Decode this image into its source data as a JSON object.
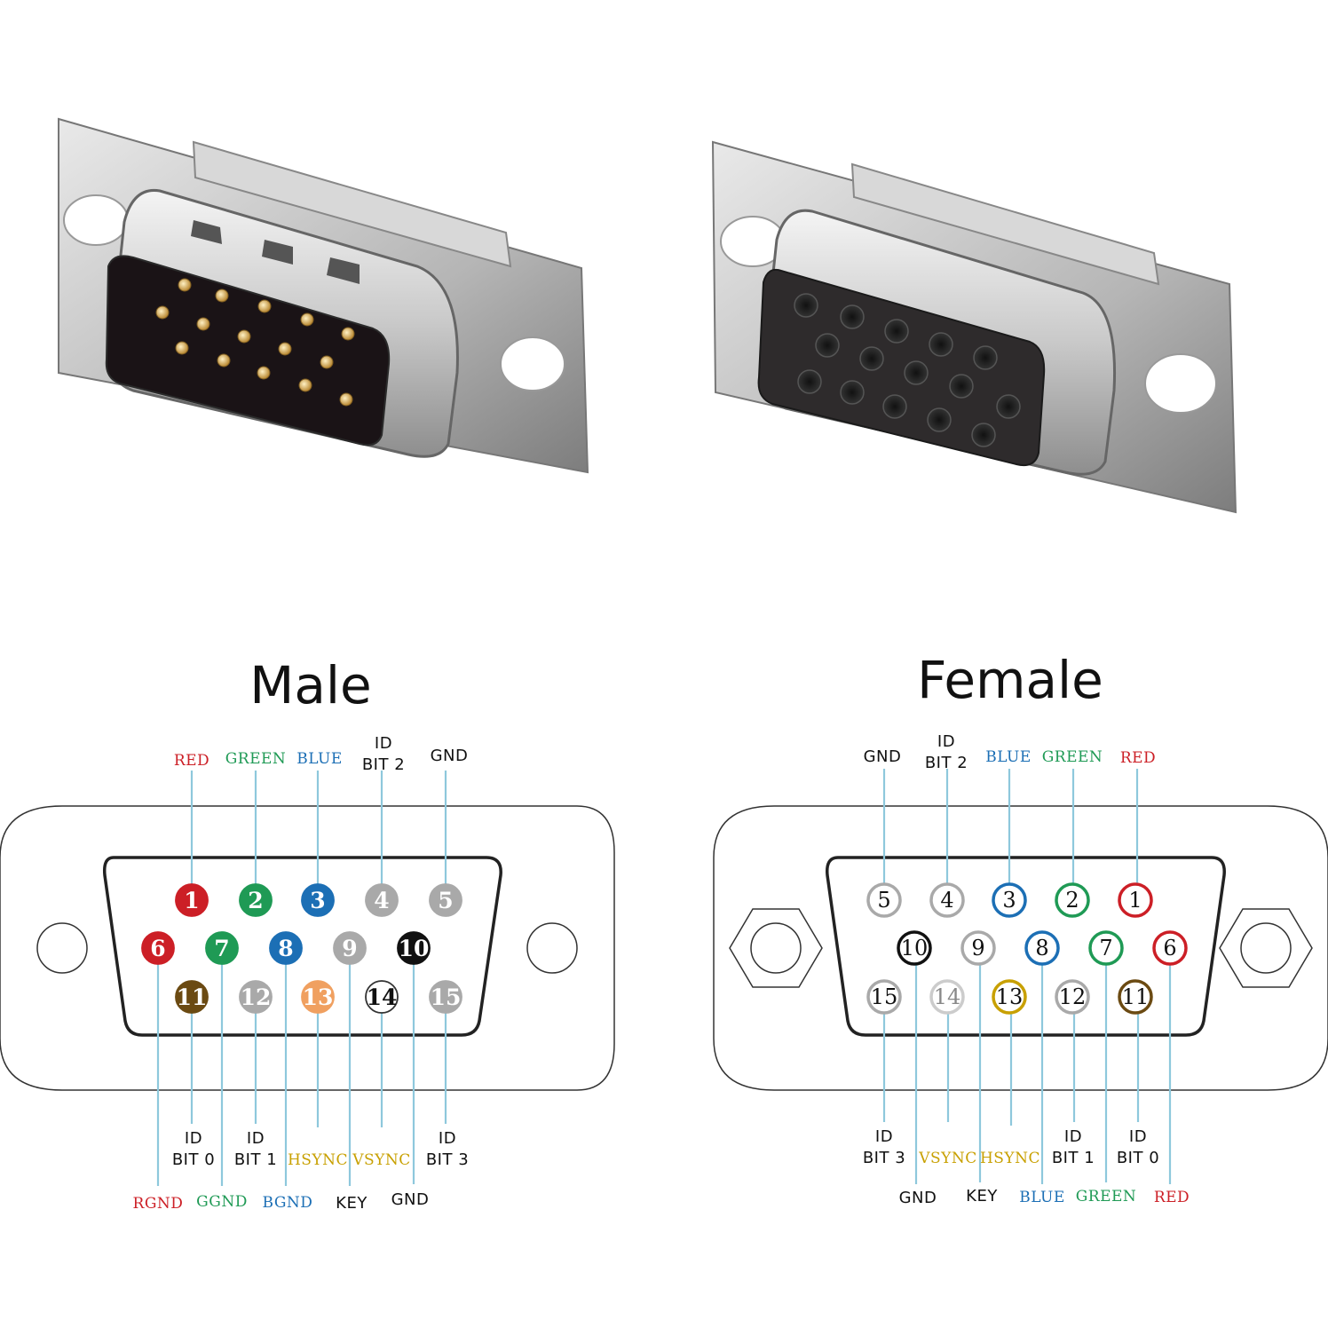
{
  "colors": {
    "red": "#cc1f26",
    "green": "#1f9a55",
    "blue": "#1c6fb5",
    "gray": "#a9a9a9",
    "black": "#111111",
    "brown": "#6b4a12",
    "orange": "#f0a060",
    "yellow": "#c8a000",
    "lead": "#8ec8dc",
    "outline": "#333333",
    "light": "#cccccc"
  },
  "photos": {
    "male_connector": "vga-male-db15-photo",
    "female_connector": "vga-female-db15-photo"
  },
  "male": {
    "title": "Male",
    "pins": [
      {
        "num": "1",
        "fill": "red",
        "style": "solid"
      },
      {
        "num": "2",
        "fill": "green",
        "style": "solid"
      },
      {
        "num": "3",
        "fill": "blue",
        "style": "solid"
      },
      {
        "num": "4",
        "fill": "gray",
        "style": "solid"
      },
      {
        "num": "5",
        "fill": "gray",
        "style": "solid"
      },
      {
        "num": "6",
        "fill": "red",
        "style": "solid"
      },
      {
        "num": "7",
        "fill": "green",
        "style": "solid"
      },
      {
        "num": "8",
        "fill": "blue",
        "style": "solid"
      },
      {
        "num": "9",
        "fill": "gray",
        "style": "solid"
      },
      {
        "num": "10",
        "fill": "black",
        "style": "solid"
      },
      {
        "num": "11",
        "fill": "brown",
        "style": "solid"
      },
      {
        "num": "12",
        "fill": "gray",
        "style": "solid"
      },
      {
        "num": "13",
        "fill": "orange",
        "style": "solid"
      },
      {
        "num": "14",
        "fill": "white",
        "style": "outline"
      },
      {
        "num": "15",
        "fill": "gray",
        "style": "solid"
      }
    ],
    "top_labels": [
      {
        "lines": [
          "RED"
        ],
        "color": "red"
      },
      {
        "lines": [
          "GREEN"
        ],
        "color": "green"
      },
      {
        "lines": [
          "BLUE"
        ],
        "color": "blue"
      },
      {
        "lines": [
          "ID",
          "BIT 2"
        ],
        "color": "black"
      },
      {
        "lines": [
          "GND"
        ],
        "color": "black"
      }
    ],
    "bottom_labels": [
      {
        "lines": [
          "ID",
          "BIT 0"
        ],
        "color": "black"
      },
      {
        "lines": [
          "ID",
          "BIT 1"
        ],
        "color": "black"
      },
      {
        "lines": [
          "HSYNC"
        ],
        "color": "yellow"
      },
      {
        "lines": [
          "VSYNC"
        ],
        "color": "yellow"
      },
      {
        "lines": [
          "ID",
          "BIT 3"
        ],
        "color": "black"
      }
    ],
    "extra_labels": [
      {
        "lines": [
          "RGND"
        ],
        "color": "red"
      },
      {
        "lines": [
          "GGND"
        ],
        "color": "green"
      },
      {
        "lines": [
          "BGND"
        ],
        "color": "blue"
      },
      {
        "lines": [
          "KEY"
        ],
        "color": "black"
      },
      {
        "lines": [
          "GND"
        ],
        "color": "black"
      }
    ]
  },
  "female": {
    "title": "Female",
    "pins": [
      {
        "num": "5",
        "ring": "gray"
      },
      {
        "num": "4",
        "ring": "gray"
      },
      {
        "num": "3",
        "ring": "blue"
      },
      {
        "num": "2",
        "ring": "green"
      },
      {
        "num": "1",
        "ring": "red"
      },
      {
        "num": "10",
        "ring": "black"
      },
      {
        "num": "9",
        "ring": "gray"
      },
      {
        "num": "8",
        "ring": "blue"
      },
      {
        "num": "7",
        "ring": "green"
      },
      {
        "num": "6",
        "ring": "red"
      },
      {
        "num": "15",
        "ring": "gray"
      },
      {
        "num": "14",
        "ring": "light"
      },
      {
        "num": "13",
        "ring": "yellow"
      },
      {
        "num": "12",
        "ring": "gray"
      },
      {
        "num": "11",
        "ring": "brown"
      }
    ],
    "top_labels": [
      {
        "lines": [
          "GND"
        ],
        "color": "black"
      },
      {
        "lines": [
          "ID",
          "BIT 2"
        ],
        "color": "black"
      },
      {
        "lines": [
          "BLUE"
        ],
        "color": "blue"
      },
      {
        "lines": [
          "GREEN"
        ],
        "color": "green"
      },
      {
        "lines": [
          "RED"
        ],
        "color": "red"
      }
    ],
    "bottom_labels": [
      {
        "lines": [
          "ID",
          "BIT 3"
        ],
        "color": "black"
      },
      {
        "lines": [
          "VSYNC"
        ],
        "color": "yellow"
      },
      {
        "lines": [
          "HSYNC"
        ],
        "color": "yellow"
      },
      {
        "lines": [
          "ID",
          "BIT 1"
        ],
        "color": "black"
      },
      {
        "lines": [
          "ID",
          "BIT 0"
        ],
        "color": "black"
      }
    ],
    "extra_labels": [
      {
        "lines": [
          "GND"
        ],
        "color": "black"
      },
      {
        "lines": [
          "KEY"
        ],
        "color": "black"
      },
      {
        "lines": [
          "BLUE"
        ],
        "color": "blue"
      },
      {
        "lines": [
          "GREEN"
        ],
        "color": "green"
      },
      {
        "lines": [
          "RED"
        ],
        "color": "red"
      }
    ]
  }
}
